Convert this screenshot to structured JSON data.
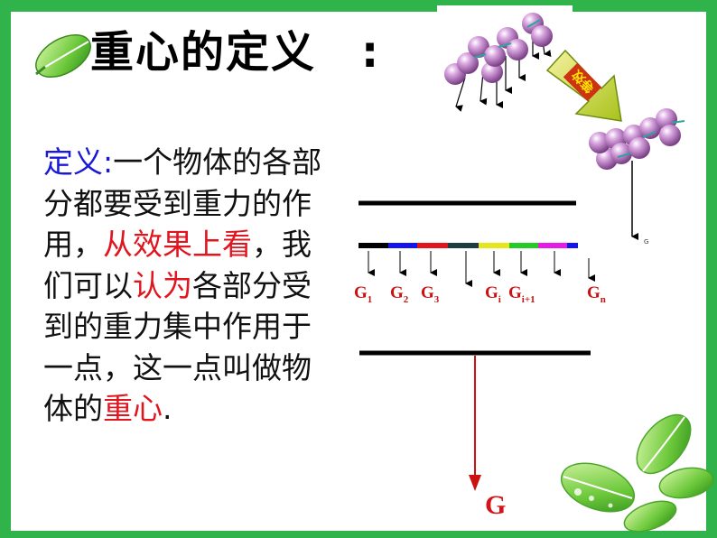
{
  "title": "重心的定义",
  "title_colon": ":",
  "definition": {
    "label": "定义",
    "colon": ":",
    "part1": "一个物体的各部分都要受到重力的作用，",
    "red1": "从效果上看",
    "part2": "，我们可以",
    "red2": "认为",
    "part3": "各部分受到的重力集中作用于一点，这一点叫做物体的",
    "red3": "重心",
    "end": "."
  },
  "force_labels": [
    {
      "base": "G",
      "sub": "1"
    },
    {
      "base": "G",
      "sub": "2"
    },
    {
      "base": "G",
      "sub": "3"
    },
    {
      "base": "G",
      "sub": "i"
    },
    {
      "base": "G",
      "sub": "i+1"
    },
    {
      "base": "G",
      "sub": "n"
    }
  ],
  "resultant_label": "G",
  "molecule_label": "G",
  "arrow_badge_text": "等效",
  "colors": {
    "background": "#2fb34a",
    "red": "#e0151e",
    "blue": "#1a1ad6",
    "segments": [
      "#000000",
      "#1414ee",
      "#e5141c",
      "#1c3d42",
      "#e6e61a",
      "#22cc22",
      "#e61ae6",
      "#1414ee"
    ]
  },
  "icons": [
    "leaf-icon",
    "leaves-decoration-icon",
    "molecule-cluster-icon",
    "equivalent-arrow-icon"
  ]
}
